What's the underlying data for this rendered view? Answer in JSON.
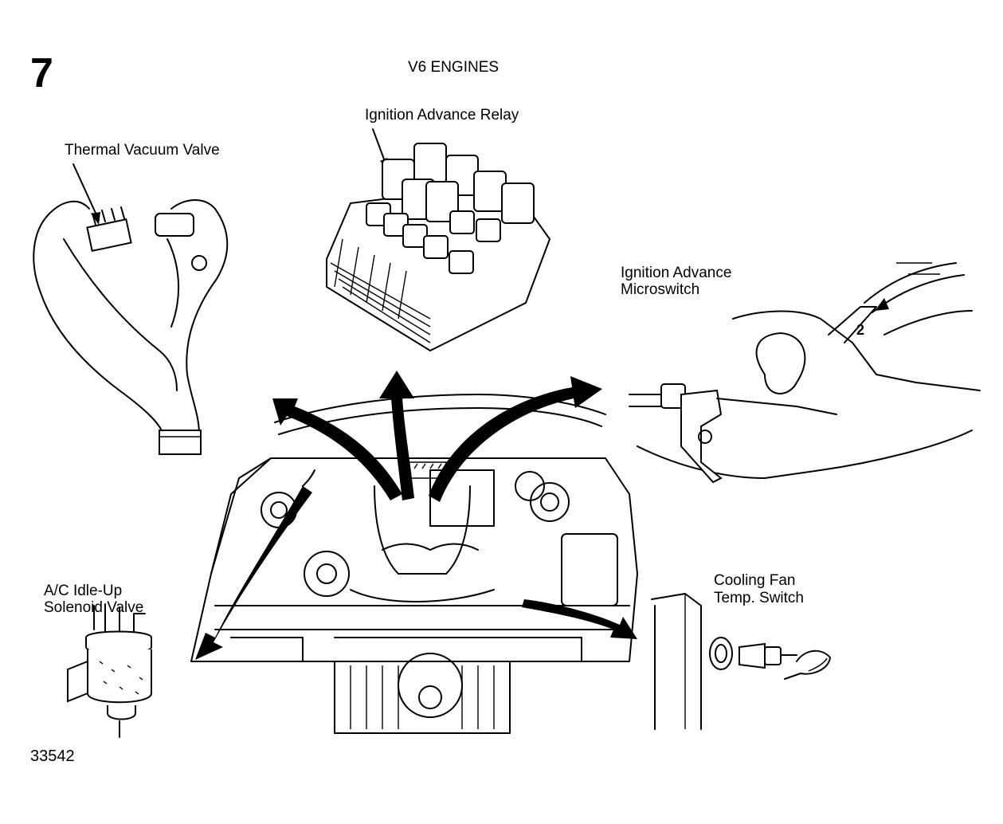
{
  "figure": {
    "number": "7",
    "title": "V6 ENGINES",
    "reference_id": "33542"
  },
  "labels": {
    "thermal_vacuum_valve": [
      "Thermal Vacuum Valve"
    ],
    "ignition_advance_relay": [
      "Ignition Advance Relay"
    ],
    "ignition_advance_microswitch": [
      "Ignition Advance",
      "Microswitch"
    ],
    "ac_idle_up_solenoid_valve": [
      "A/C Idle-Up",
      "Solenoid Valve"
    ],
    "cooling_fan_temp_switch": [
      "Cooling Fan",
      "Temp. Switch"
    ],
    "microswitch_callout": "2"
  },
  "icons": [
    "thermal-vacuum-valve-drawing",
    "relay-block-drawing",
    "microswitch-drawing",
    "engine-bay-drawing",
    "solenoid-valve-drawing",
    "temp-switch-drawing",
    "arrow"
  ]
}
